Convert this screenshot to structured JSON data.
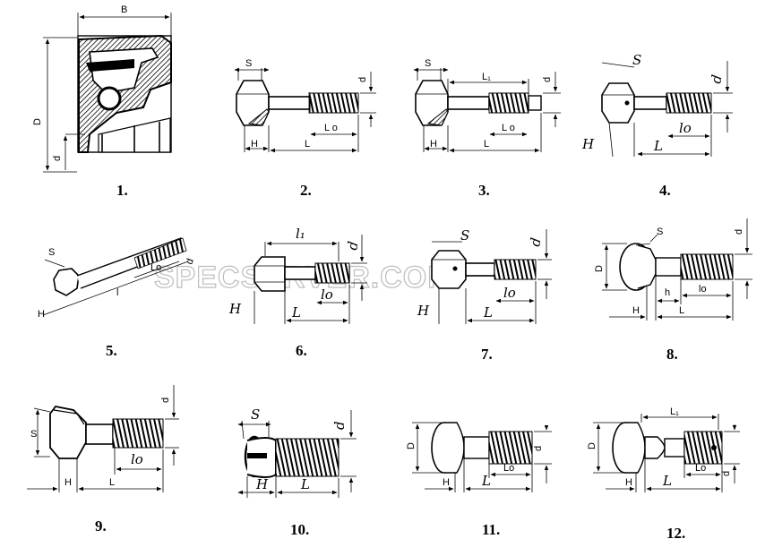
{
  "captions": [
    "1.",
    "2.",
    "3.",
    "4.",
    "5.",
    "6.",
    "7.",
    "8.",
    "9.",
    "10.",
    "11.",
    "12."
  ],
  "watermark": "SPECSERVER.COM",
  "labels": {
    "f1": {
      "b": "B",
      "d_big": "D",
      "d_small": "d"
    },
    "f2": {
      "s": "S",
      "d": "d",
      "h": "H",
      "l": "L",
      "l0": "L o"
    },
    "f3": {
      "s": "S",
      "l1": "L₁",
      "d": "d",
      "h": "H",
      "l": "L",
      "l0": "L o"
    },
    "f4": {
      "s": "S",
      "d": "d",
      "h": "H",
      "l": "L",
      "l0": "lo"
    },
    "f5": {
      "s": "S",
      "d": "d",
      "h": "H",
      "l": "l",
      "l0": "Lo"
    },
    "f6": {
      "l1": "l₁",
      "d": "d",
      "h": "H",
      "l": "L",
      "l0": "lo"
    },
    "f7": {
      "s": "S",
      "d": "d",
      "h": "H",
      "l": "L",
      "l0": "lo"
    },
    "f8": {
      "s": "S",
      "d_big": "D",
      "d": "d",
      "h_small": "h",
      "h": "H",
      "l": "L",
      "l0": "lo"
    },
    "f9": {
      "s": "S",
      "d": "d",
      "h": "H",
      "l": "L",
      "l0": "lo"
    },
    "f10": {
      "s": "S",
      "d": "d",
      "h": "H",
      "l": "L"
    },
    "f11": {
      "d_big": "D",
      "d": "d",
      "h": "H",
      "l": "L",
      "l0": "Lo"
    },
    "f12": {
      "l1": "L₁",
      "d_big": "D",
      "d": "d",
      "h": "H",
      "l": "L",
      "l0": "Lo"
    }
  }
}
